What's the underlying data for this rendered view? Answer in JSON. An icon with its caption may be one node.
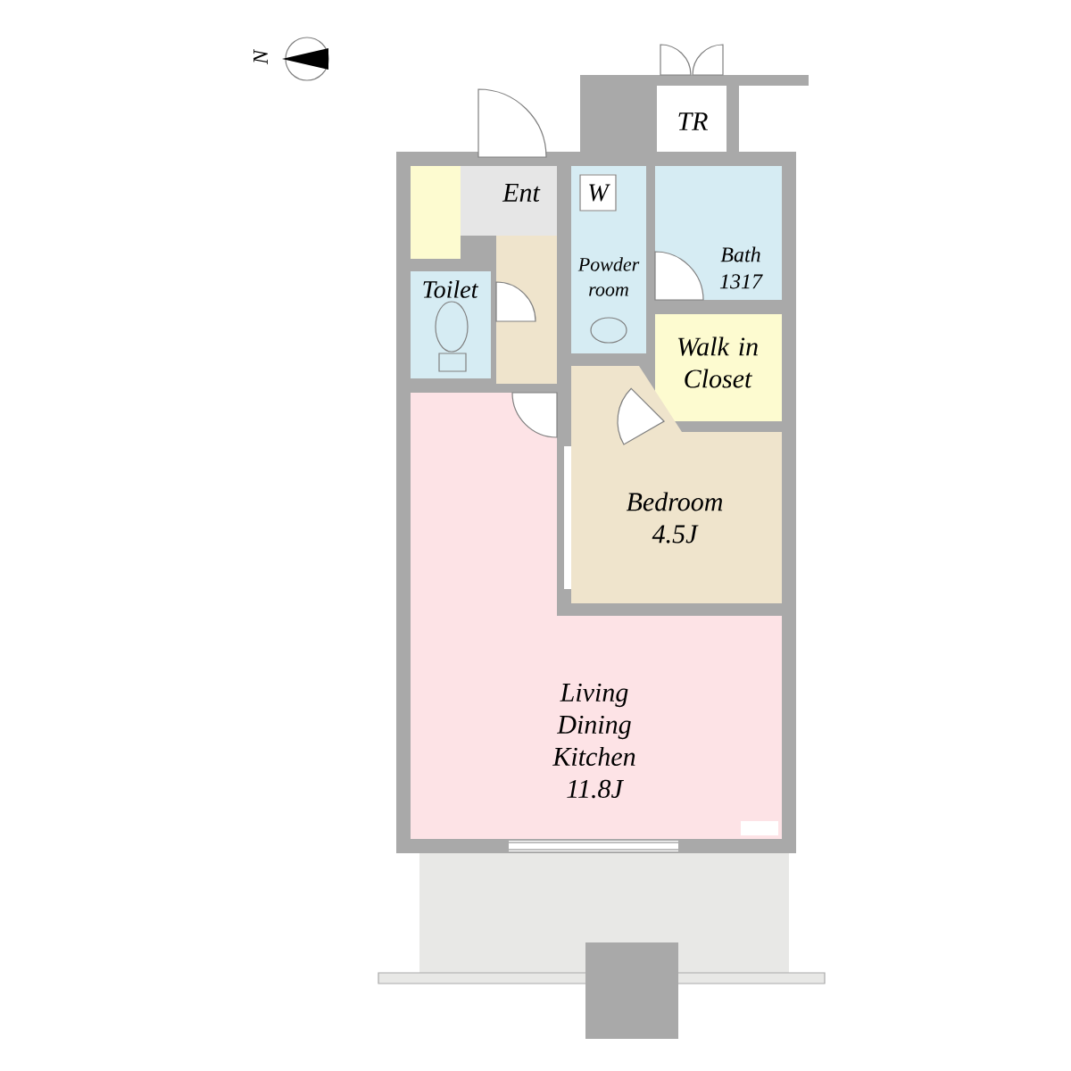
{
  "diagram": {
    "nodes": [
      {
        "text": [
          "TR"
        ]
      },
      {
        "text": [
          "Ent"
        ]
      },
      {
        "text": [
          "Powder room"
        ]
      },
      {
        "text": [
          "W"
        ],
        "in": 2
      },
      {
        "text": [
          "Bath 1317"
        ]
      },
      {
        "text": [
          "Toilet"
        ]
      },
      {
        "text": [
          "Walk in Closet"
        ]
      },
      {
        "text": [
          "Bedroom 4.5J"
        ]
      },
      {
        "text": [
          "Living Dining Kitchen 11.8J"
        ]
      }
    ],
    "labels": [
      "N"
    ]
  }
}
